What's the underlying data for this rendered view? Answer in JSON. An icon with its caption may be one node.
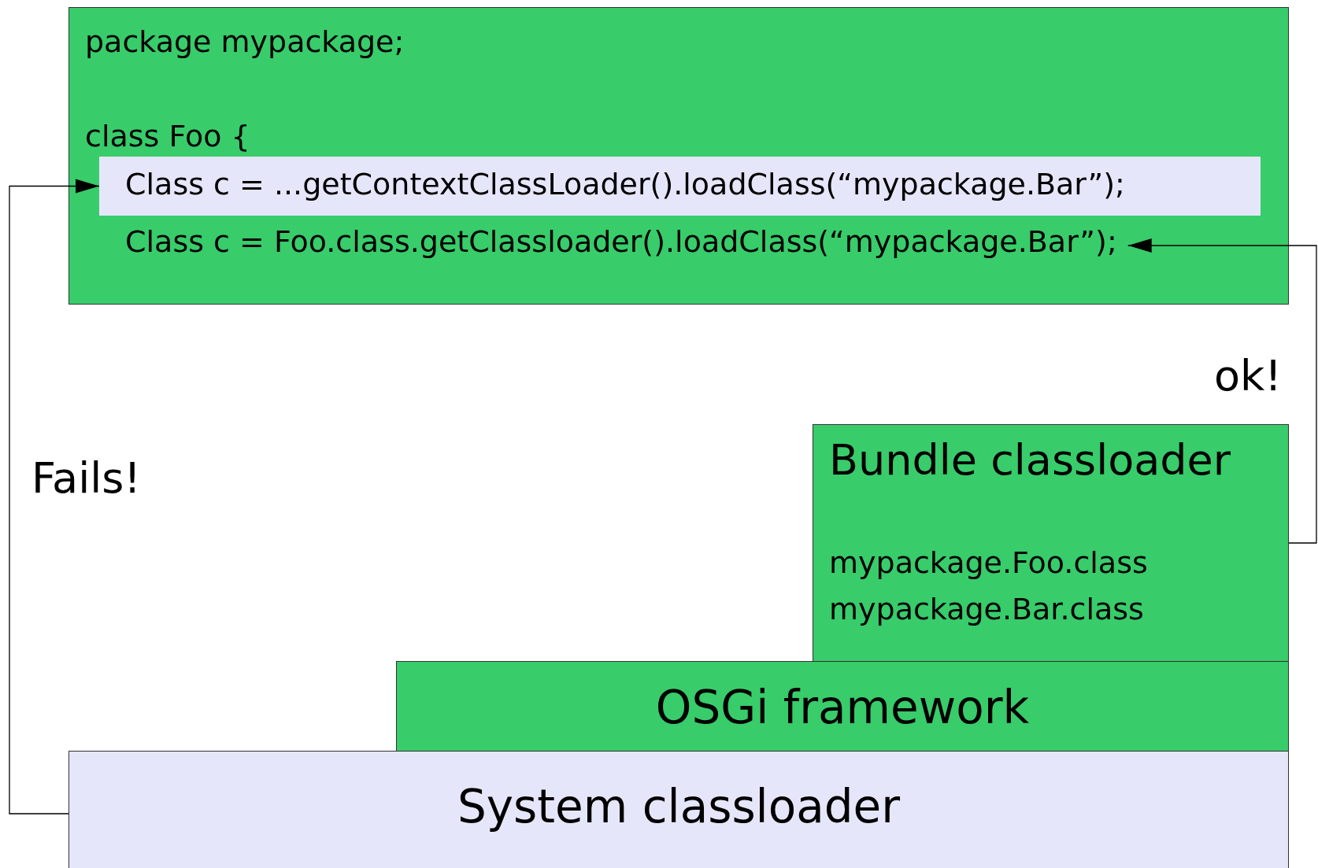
{
  "diagram": {
    "nodes": [
      {
        "text": [
          "package mypackage;",
          "class Foo {"
        ]
      },
      {
        "text": [
          "Class c = ...getContextClassLoader().loadClass(“mypackage.Bar”);"
        ],
        "in": 0
      },
      {
        "text": [
          "Class c = Foo.class.getClassloader().loadClass(“mypackage.Bar”);"
        ],
        "in": 0
      },
      {
        "text": [
          "Bundle classloader",
          "mypackage.Foo.class mypackage.Bar.class"
        ]
      },
      {
        "text": [
          "OSGi framework"
        ]
      },
      {
        "text": [
          "System classloader"
        ]
      }
    ],
    "edges": [
      {
        "from": 5,
        "to": 1,
        "arrow": "to",
        "label": "Fails!"
      },
      {
        "from": 3,
        "to": 2,
        "arrow": "to",
        "label": "ok!"
      }
    ]
  }
}
